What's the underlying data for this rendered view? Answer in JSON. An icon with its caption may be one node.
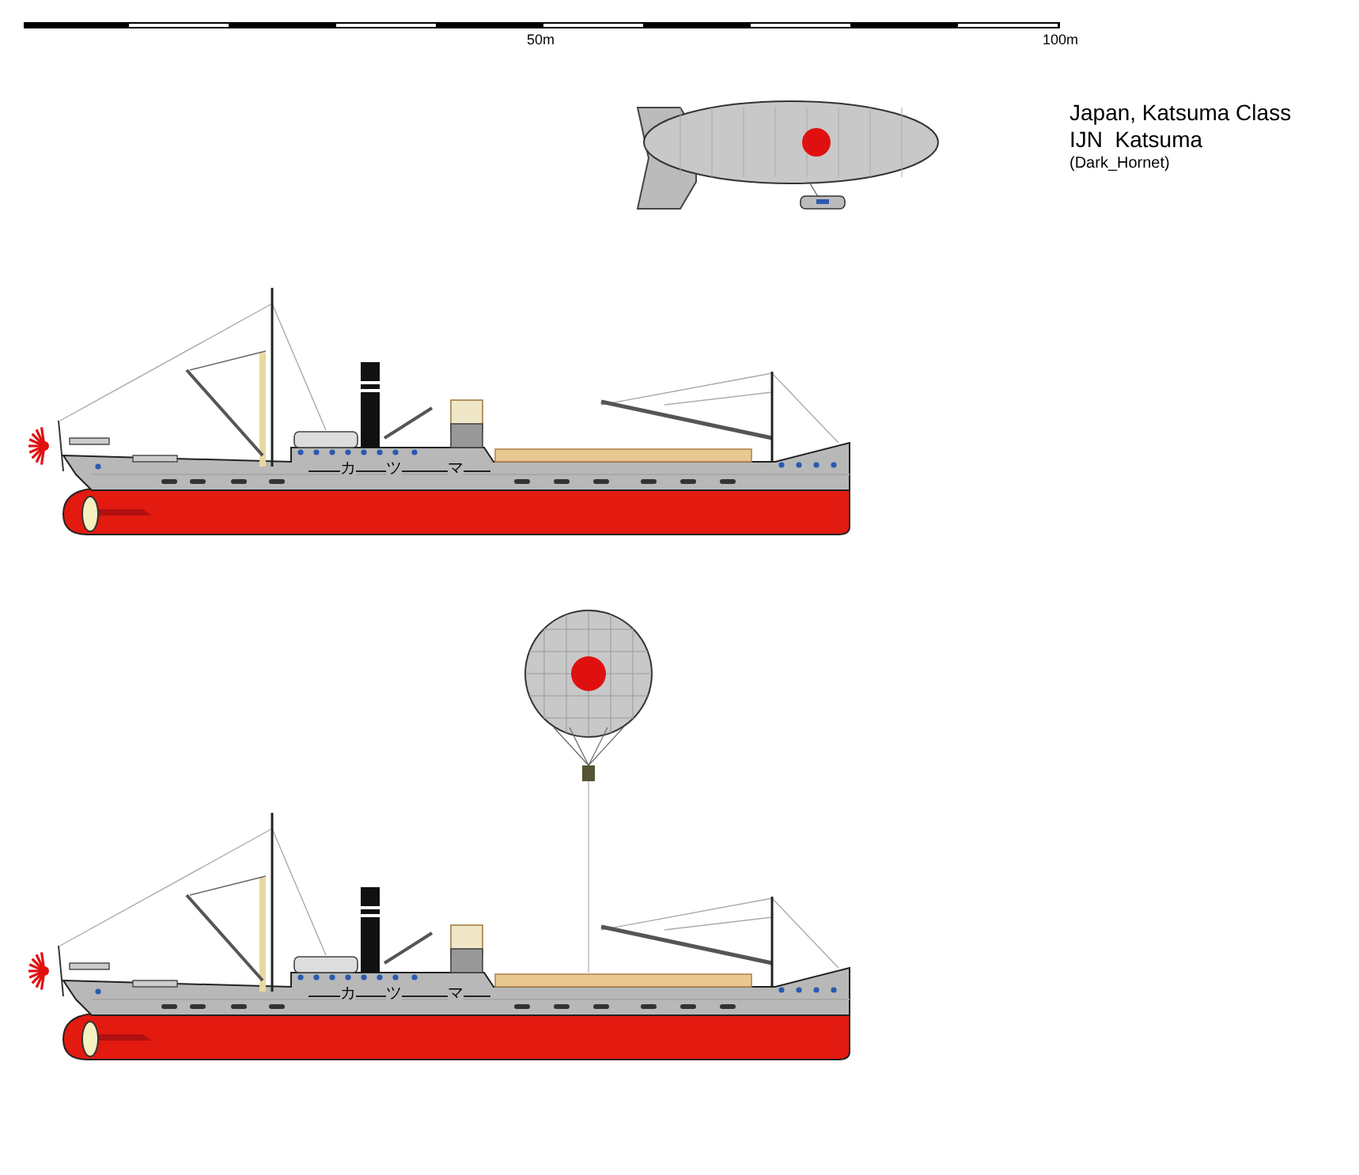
{
  "diagram": {
    "title": "Japan, Katsuma Class",
    "labels": [
      "50m",
      "100m",
      "IJN  Katsuma",
      "(Dark_Hornet)",
      "カ",
      "ツ",
      "マ",
      "カ",
      "ツ",
      "マ"
    ]
  }
}
